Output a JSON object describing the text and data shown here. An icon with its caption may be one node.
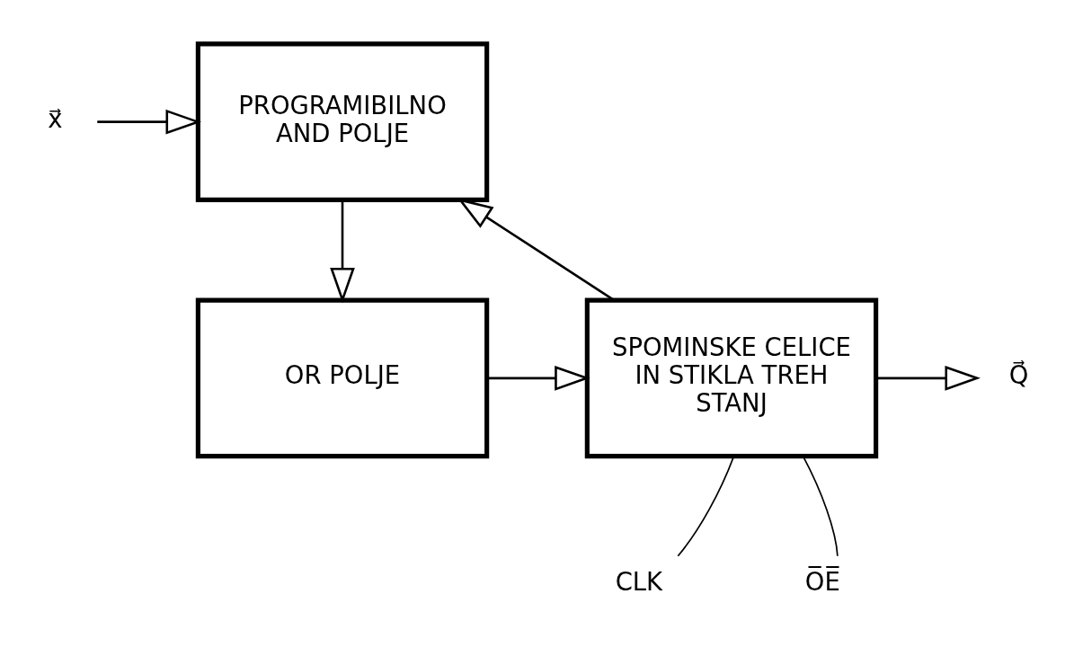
{
  "diagram": {
    "nodes": [
      {
        "text": [
          "PROGRAMIBILNO AND POLJE"
        ]
      },
      {
        "text": [
          "OR POLJE"
        ]
      },
      {
        "text": [
          "SPOMINSKE CELICE IN STIKLA TREH STANJ"
        ]
      },
      {
        "text": [
          "x⃗"
        ]
      },
      {
        "text": [
          "Q⃗"
        ]
      },
      {
        "text": [
          "CLK"
        ]
      },
      {
        "text": [
          "O̅E̅"
        ]
      }
    ],
    "edges": [
      {
        "from": 3,
        "to": 0,
        "arrow": "to"
      },
      {
        "from": 0,
        "to": 1,
        "arrow": "to"
      },
      {
        "from": 1,
        "to": 2,
        "arrow": "to"
      },
      {
        "from": 2,
        "to": 0,
        "arrow": "to"
      },
      {
        "from": 2,
        "to": 4,
        "arrow": "to"
      },
      {
        "from": 5,
        "to": 2,
        "arrow": "none"
      },
      {
        "from": 6,
        "to": 2,
        "arrow": "none"
      }
    ]
  }
}
